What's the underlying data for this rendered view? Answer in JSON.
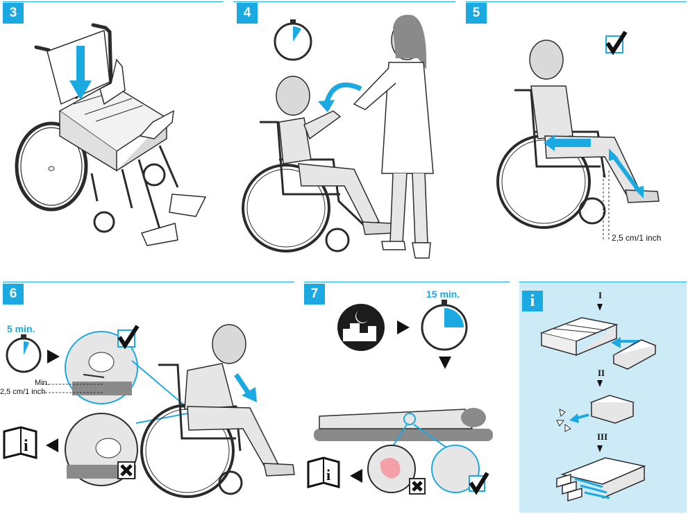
{
  "steps": [
    {
      "number": "3"
    },
    {
      "number": "4"
    },
    {
      "number": "5",
      "clearance_label": "2,5 cm/1 inch"
    },
    {
      "number": "6",
      "timer_label": "5 min.",
      "min_label": "Min.",
      "clearance_label": "2,5 cm/1 inch"
    },
    {
      "number": "7",
      "timer_label": "15 min."
    }
  ],
  "info_panel": {
    "badge": "i",
    "background": "#cdeaf7",
    "roman_labels": [
      "I",
      "II",
      "III"
    ]
  },
  "colors": {
    "accent": "#1aa9e1",
    "line": "#2b2b2b",
    "skin": "#d9d9d9",
    "body": "#e6e6e6",
    "wound": "#f4a0a8"
  },
  "icons": {
    "check": "check-box-icon",
    "cross": "cross-box-icon",
    "manual": "manual-info-icon",
    "night": "night-city-icon",
    "timer": "stopwatch-icon"
  }
}
